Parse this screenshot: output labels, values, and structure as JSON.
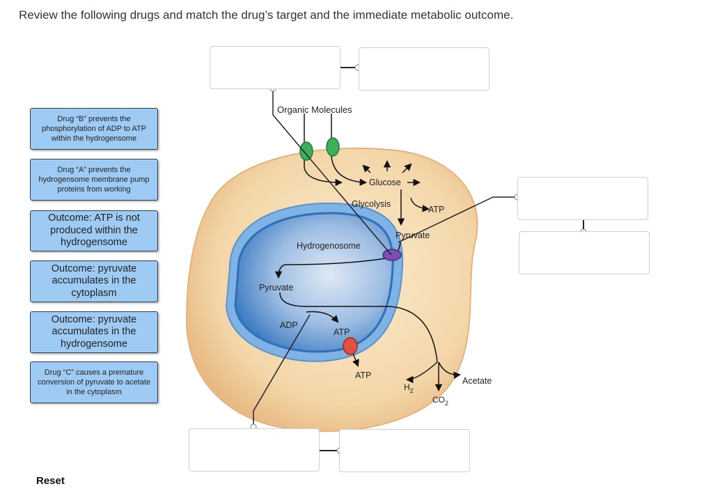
{
  "question": "Review the following drugs and match the drug’s target and the immediate metabolic outcome.",
  "labels": [
    {
      "id": "drugB",
      "text": "Drug “B” prevents the phosphorylation  of ADP to ATP within the hydrogensome"
    },
    {
      "id": "drugA",
      "text": "Drug “A” prevents the hydrogensome membrane pump proteins from working"
    },
    {
      "id": "out1",
      "text": "Outcome: ATP is not produced within the hydrogensome"
    },
    {
      "id": "out2",
      "text": "Outcome: pyruvate accumulates in the cytoplasm"
    },
    {
      "id": "out3",
      "text": "Outcome: pyruvate accumulates in the hydrogensome"
    },
    {
      "id": "drugC",
      "text": "Drug “C” causes a premature conversion of pyruvate to acetate in the cytoplasm"
    }
  ],
  "reset_label": "Reset",
  "diagram": {
    "organic_molecules": "Organic Molecules",
    "glucose": "Glucose",
    "glycolysis": "Glycolysis",
    "atp": "ATP",
    "pyruvate": "Pyruvate",
    "hydrogenosome": "Hydrogenosome",
    "adp": "ADP",
    "acetate": "Acetate",
    "h2": "H",
    "h2_sub": "2",
    "co2": "CO",
    "co2_sub": "2"
  },
  "colors": {
    "label_bg": "#9ecbf3",
    "cell_fill": "#f3d6a8",
    "hydrogenosome_outer": "#6fa9df",
    "hydrogenosome_inner": "#2e6fb7",
    "transporter_green": "#3fae5a",
    "transporter_purple": "#7b4fb0",
    "atp_synthase_red": "#e0523e"
  }
}
